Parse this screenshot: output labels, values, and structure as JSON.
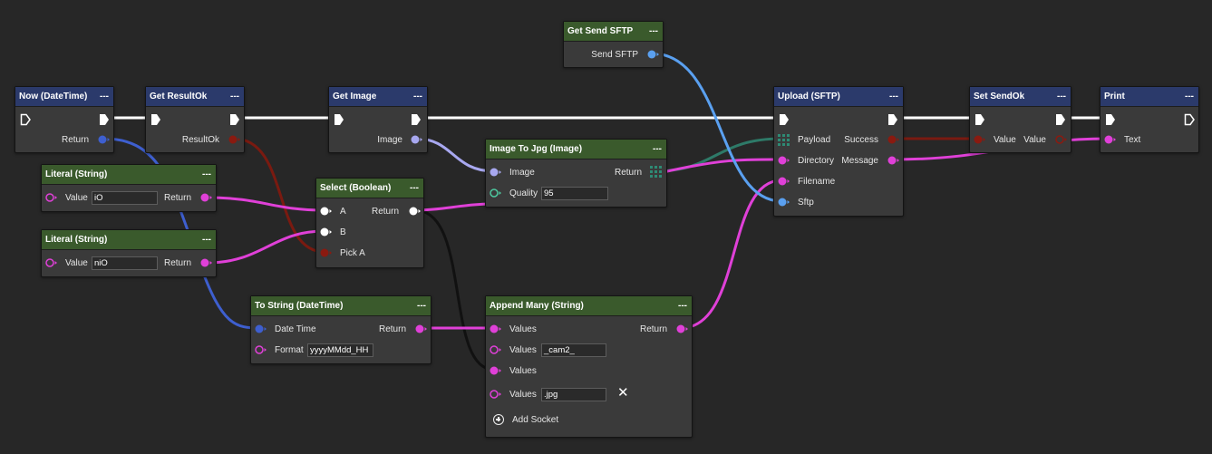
{
  "colors": {
    "canvas": "#272727",
    "node_body": "#3a3a3a",
    "header_blue": "#2b3a6b",
    "header_green": "#3a5a2c",
    "pin_blue": "#3e5fcf",
    "pin_magenta": "#e040d8",
    "pin_red": "#8a1a10",
    "pin_lavender": "#a8a8f0",
    "pin_white": "#ffffff",
    "pin_teal": "#2e8a74",
    "pin_skyblue": "#5aa0f0",
    "exec_wire": "#ffffff"
  },
  "nodes": {
    "now": {
      "title": "Now (DateTime)",
      "menu": "---",
      "return": "Return"
    },
    "get_resultok": {
      "title": "Get ResultOk",
      "menu": "---",
      "out": "ResultOk"
    },
    "get_image": {
      "title": "Get Image",
      "menu": "---",
      "out": "Image"
    },
    "get_send_sftp": {
      "title": "Get Send SFTP",
      "menu": "---",
      "out": "Send SFTP"
    },
    "literal1": {
      "title": "Literal (String)",
      "menu": "---",
      "value_label": "Value",
      "value": "iO",
      "return": "Return"
    },
    "literal2": {
      "title": "Literal (String)",
      "menu": "---",
      "value_label": "Value",
      "value": "niO",
      "return": "Return"
    },
    "select": {
      "title": "Select (Boolean)",
      "menu": "---",
      "a": "A",
      "b": "B",
      "pick": "Pick A",
      "return": "Return"
    },
    "image_to_jpg": {
      "title": "Image To Jpg (Image)",
      "menu": "---",
      "image": "Image",
      "quality_label": "Quality",
      "quality": "95",
      "return": "Return"
    },
    "to_string": {
      "title": "To String (DateTime)",
      "menu": "---",
      "datetime": "Date Time",
      "format_label": "Format",
      "format": "yyyyMMdd_HH",
      "return": "Return"
    },
    "append": {
      "title": "Append Many (String)",
      "menu": "---",
      "values1": "Values",
      "values2": "Values",
      "values2_value": "_cam2_",
      "values3": "Values",
      "values4": "Values",
      "values4_value": ".jpg",
      "add_socket": "Add Socket",
      "return": "Return"
    },
    "upload": {
      "title": "Upload (SFTP)",
      "menu": "---",
      "payload": "Payload",
      "directory": "Directory",
      "filename": "Filename",
      "sftp": "Sftp",
      "success": "Success",
      "message": "Message"
    },
    "set_sendok": {
      "title": "Set SendOk",
      "menu": "---",
      "value_in": "Value",
      "value_out": "Value"
    },
    "print": {
      "title": "Print",
      "menu": "---",
      "text": "Text"
    }
  }
}
